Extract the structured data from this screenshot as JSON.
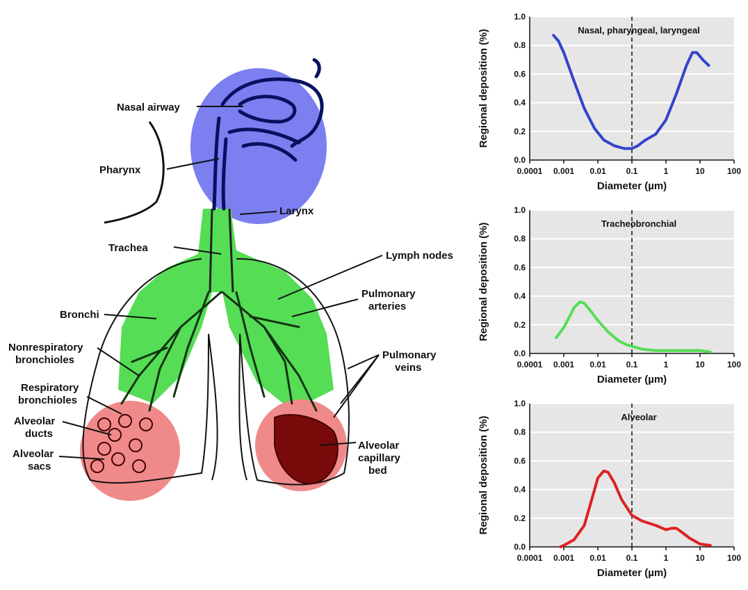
{
  "diagram": {
    "labels": {
      "nasal_airway": "Nasal airway",
      "pharynx": "Pharynx",
      "larynx": "Larynx",
      "trachea": "Trachea",
      "lymph_nodes": "Lymph nodes",
      "pulmonary_arteries_1": "Pulmonary",
      "pulmonary_arteries_2": "arteries",
      "bronchi": "Bronchi",
      "nonresp_1": "Nonrespiratory",
      "nonresp_2": "bronchioles",
      "pulmonary_veins_1": "Pulmonary",
      "pulmonary_veins_2": "veins",
      "resp_1": "Respiratory",
      "resp_2": "bronchioles",
      "alv_ducts_1": "Alveolar",
      "alv_ducts_2": "ducts",
      "alv_sacs_1": "Alveolar",
      "alv_sacs_2": "sacs",
      "alv_cap_1": "Alveolar",
      "alv_cap_2": "capillary",
      "alv_cap_3": "bed"
    },
    "colors": {
      "upper_region": "#7b7ff0",
      "tracheobronchial_region": "#55dd55",
      "alveolar_region": "#f08a8a"
    }
  },
  "chart_data": [
    {
      "type": "line",
      "title": "Nasal, pharyngeal, laryngeal",
      "xlabel": "Diameter (µm)",
      "ylabel": "Regional deposition (%)",
      "xscale": "log",
      "xlim": [
        0.0001,
        100
      ],
      "ylim": [
        0,
        1.0
      ],
      "xticks": [
        "0.0001",
        "0.001",
        "0.01",
        "0.1",
        "1",
        "10",
        "100"
      ],
      "yticks": [
        "0.0",
        "0.2",
        "0.4",
        "0.6",
        "0.8",
        "1.0"
      ],
      "reference_line_x": 0.1,
      "color": "#3344cc",
      "x": [
        0.0005,
        0.0007,
        0.001,
        0.002,
        0.004,
        0.008,
        0.015,
        0.03,
        0.06,
        0.1,
        0.15,
        0.25,
        0.5,
        1,
        2,
        4,
        6,
        8,
        12,
        18
      ],
      "y": [
        0.87,
        0.83,
        0.75,
        0.55,
        0.36,
        0.22,
        0.14,
        0.1,
        0.08,
        0.08,
        0.1,
        0.14,
        0.18,
        0.28,
        0.46,
        0.66,
        0.75,
        0.75,
        0.7,
        0.66
      ]
    },
    {
      "type": "line",
      "title": "Tracheobronchial",
      "xlabel": "Diameter (µm)",
      "ylabel": "Regional deposition (%)",
      "xscale": "log",
      "xlim": [
        0.0001,
        100
      ],
      "ylim": [
        0,
        1.0
      ],
      "xticks": [
        "0.0001",
        "0.001",
        "0.01",
        "0.1",
        "1",
        "10",
        "100"
      ],
      "yticks": [
        "0.0",
        "0.2",
        "0.4",
        "0.6",
        "0.8",
        "1.0"
      ],
      "reference_line_x": 0.1,
      "color": "#55dd55",
      "x": [
        0.0006,
        0.001,
        0.0015,
        0.002,
        0.003,
        0.004,
        0.006,
        0.01,
        0.02,
        0.04,
        0.07,
        0.1,
        0.2,
        0.5,
        1,
        3,
        10,
        20
      ],
      "y": [
        0.11,
        0.18,
        0.26,
        0.32,
        0.36,
        0.35,
        0.3,
        0.23,
        0.15,
        0.09,
        0.06,
        0.05,
        0.03,
        0.02,
        0.02,
        0.02,
        0.02,
        0.01
      ]
    },
    {
      "type": "line",
      "title": "Alveolar",
      "xlabel": "Diameter (µm)",
      "ylabel": "Regional deposition (%)",
      "xscale": "log",
      "xlim": [
        0.0001,
        100
      ],
      "ylim": [
        0,
        1.0
      ],
      "xticks": [
        "0.0001",
        "0.001",
        "0.01",
        "0.1",
        "1",
        "10",
        "100"
      ],
      "yticks": [
        "0.0",
        "0.2",
        "0.4",
        "0.6",
        "0.8",
        "1.0"
      ],
      "reference_line_x": 0.1,
      "color": "#dd2222",
      "x": [
        0.0008,
        0.001,
        0.002,
        0.004,
        0.007,
        0.01,
        0.015,
        0.02,
        0.03,
        0.05,
        0.1,
        0.2,
        0.5,
        1,
        1.5,
        2,
        3,
        5,
        10,
        20
      ],
      "y": [
        0.0,
        0.01,
        0.05,
        0.15,
        0.35,
        0.48,
        0.53,
        0.52,
        0.45,
        0.33,
        0.22,
        0.18,
        0.15,
        0.12,
        0.13,
        0.13,
        0.1,
        0.06,
        0.02,
        0.01
      ]
    }
  ]
}
